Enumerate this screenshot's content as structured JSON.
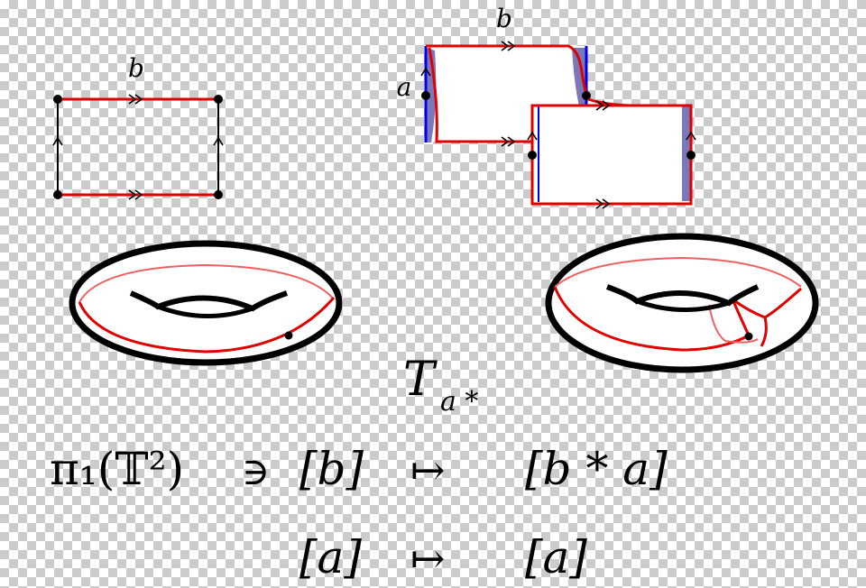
{
  "figure": {
    "left_square": {
      "top_label": "b"
    },
    "right_squares": {
      "top_label": "b",
      "left_label": "a"
    },
    "map_label": {
      "base": "T",
      "subscript": "a *"
    },
    "formula": {
      "line1": {
        "domain": "π₁(𝕋²)",
        "elem": "∋",
        "source": "[b]",
        "arrow": "↦",
        "target": "[b * a]"
      },
      "line2": {
        "source": "[a]",
        "arrow": "↦",
        "target": "[a]"
      }
    }
  },
  "colors": {
    "curve_red": "#e00000",
    "curve_light_red": "#f06060",
    "edge_blue": "#0000ee",
    "strip_purple": "#7a78b8",
    "ink": "#000000"
  }
}
